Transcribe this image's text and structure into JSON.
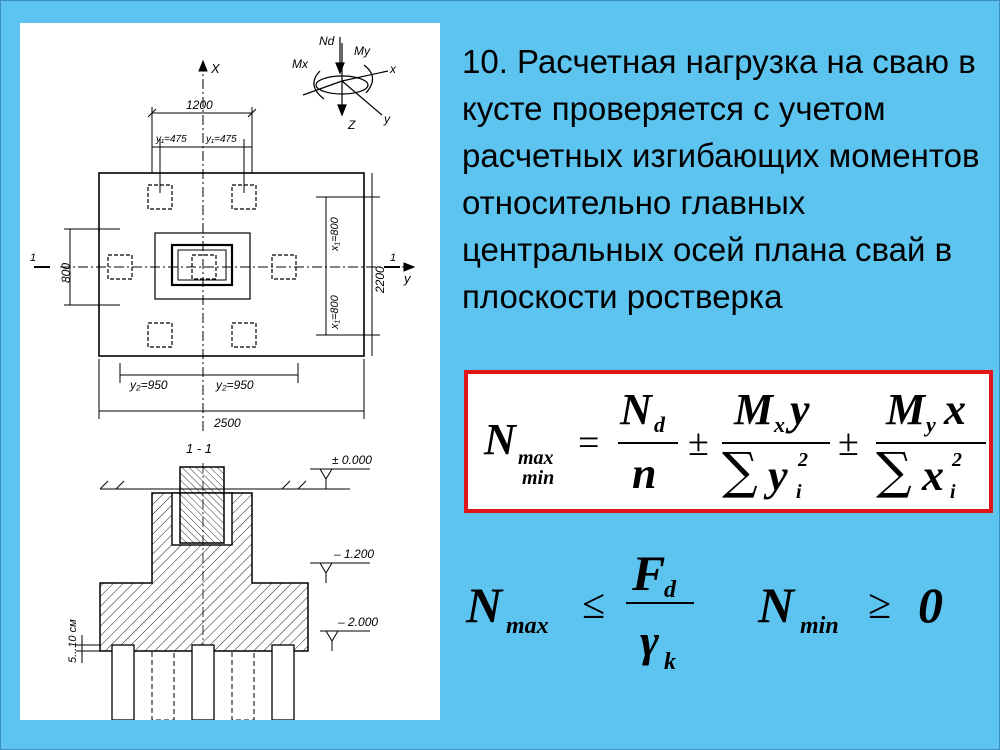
{
  "slide": {
    "heading": "10. Расчетная нагрузка на сваю в кусте проверяется с учетом расчетных изгибающих моментов относительно главных центральных осей плана свай в плоскости ростверка",
    "colors": {
      "background": "#5dc3ef",
      "formula_border": "#e0161b",
      "drawing_bg": "#ffffff"
    }
  },
  "drawing": {
    "axes": {
      "nd": "Nd",
      "mx": "Mx",
      "my": "My",
      "x": "x",
      "y": "y",
      "z": "Z",
      "x_plan": "X",
      "y_plan": "y"
    },
    "plan": {
      "dim_top": "1200",
      "y1_left": "y₁=475",
      "y1_right": "y₁=475",
      "dim_left": "800",
      "x1_upper": "x₁=800",
      "x1_lower": "x₁=800",
      "dim_right": "2200",
      "y2_left": "y₂=950",
      "y2_right": "y₂=950",
      "dim_bottom": "2500",
      "section_mark": "1",
      "section_title": "1 - 1"
    },
    "section": {
      "level_0": "± 0.000",
      "level_1": "– 1.200",
      "level_2": "– 2.000",
      "embed": "5...10 см"
    }
  },
  "formula_main": {
    "N": "N",
    "sub_max": "max",
    "sub_min": "min",
    "eq": "=",
    "Nd": "N",
    "Nd_sub": "d",
    "n": "n",
    "pm1": "±",
    "Mx": "M",
    "Mx_sub": "x",
    "Mx_y": "y",
    "sum": "∑",
    "yi": "y",
    "yi_sub": "i",
    "yi_sup": "2",
    "pm2": "±",
    "My": "M",
    "My_sub": "y",
    "My_x": "x",
    "xi": "x",
    "xi_sub": "i",
    "xi_sup": "2"
  },
  "formula_check": {
    "N": "N",
    "sub_max": "max",
    "le": "≤",
    "F": "F",
    "F_sub": "d",
    "gamma": "γ",
    "gamma_sub": "k",
    "N2": "N",
    "sub_min": "min",
    "ge": "≥",
    "zero": "0"
  }
}
